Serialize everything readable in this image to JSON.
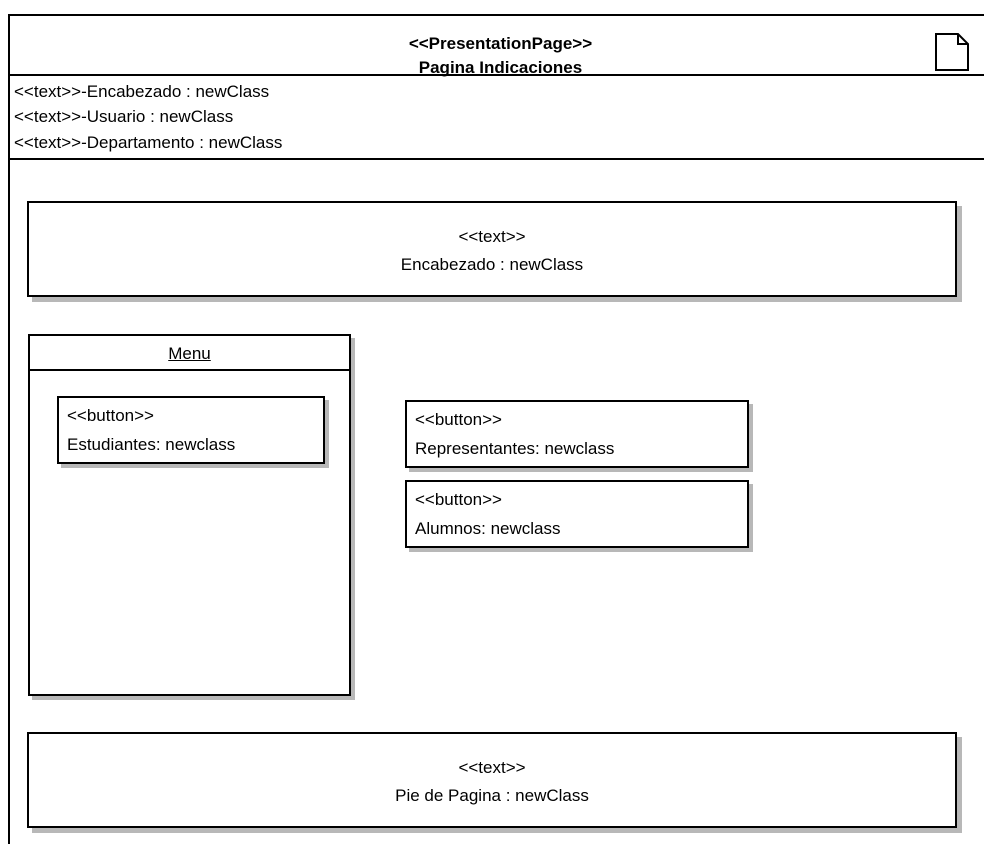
{
  "page": {
    "stereotype": "<<PresentationPage>>",
    "name": "Pagina Indicaciones"
  },
  "attributes": [
    "<<text>>-Encabezado : newClass",
    "<<text>>-Usuario : newClass",
    "<<text>>-Departamento : newClass"
  ],
  "encabezado": {
    "stereotype": "<<text>>",
    "label": "Encabezado : newClass"
  },
  "menu": {
    "title": "Menu"
  },
  "buttons": {
    "estudiantes": {
      "stereotype": "<<button>>",
      "label": "Estudiantes:  newclass"
    },
    "representantes": {
      "stereotype": "<<button>>",
      "label": "Representantes:  newclass"
    },
    "alumnos": {
      "stereotype": "<<button>>",
      "label": "Alumnos:  newclass"
    }
  },
  "footer": {
    "stereotype": "<<text>>",
    "label": "Pie de Pagina : newClass"
  },
  "icons": {
    "page": "document-icon"
  },
  "colors": {
    "line": "#000000",
    "shadow": "#b8b8b8",
    "background": "#ffffff"
  }
}
